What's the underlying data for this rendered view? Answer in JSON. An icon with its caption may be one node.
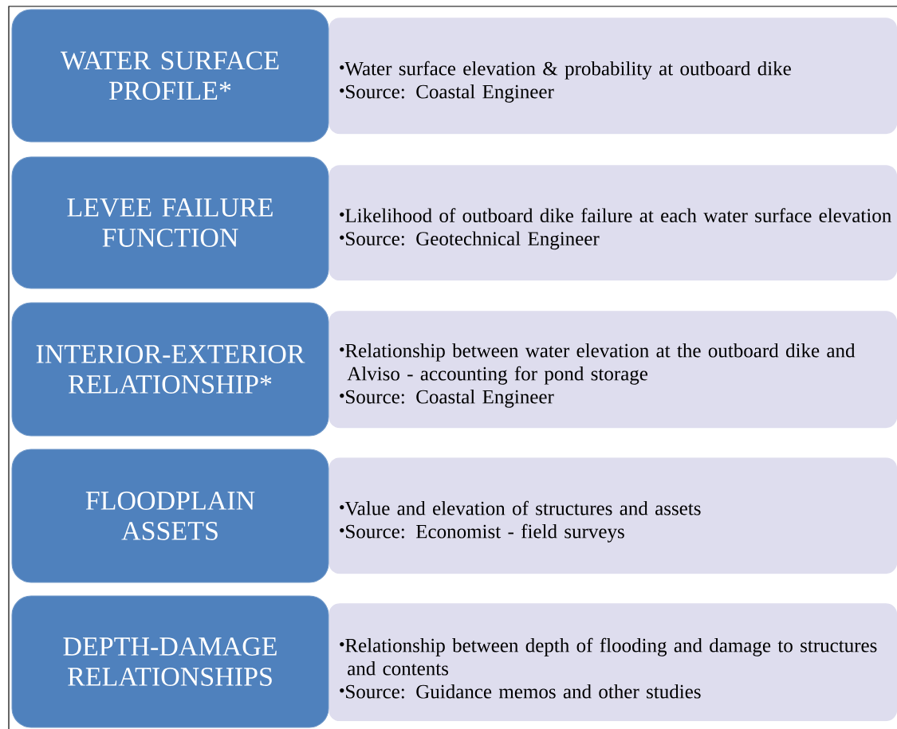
{
  "diagram": {
    "nodes": [
      {
        "text": [
          "WATER SURFACE PROFILE*"
        ]
      },
      {
        "text": [
          "Water surface elevation & probability at outboard dike",
          "Source: Coastal Engineer"
        ]
      },
      {
        "text": [
          "LEVEE FAILURE FUNCTION"
        ]
      },
      {
        "text": [
          "Likelihood of outboard dike failure at each water surface elevation",
          "Source: Geotechnical Engineer"
        ]
      },
      {
        "text": [
          "INTERIOR-EXTERIOR RELATIONSHIP*"
        ]
      },
      {
        "text": [
          "Relationship between water elevation at the outboard dike and Alviso - accounting for pond storage",
          "Source: Coastal Engineer"
        ]
      },
      {
        "text": [
          "FLOODPLAIN ASSETS"
        ]
      },
      {
        "text": [
          "Value and elevation of structures and assets",
          "Source: Economist - field surveys"
        ]
      },
      {
        "text": [
          "DEPTH-DAMAGE RELATIONSHIPS"
        ]
      },
      {
        "text": [
          "Relationship between depth of flooding and damage to structures and contents",
          "Source: Guidance memos and other studies"
        ]
      }
    ],
    "edges": []
  }
}
